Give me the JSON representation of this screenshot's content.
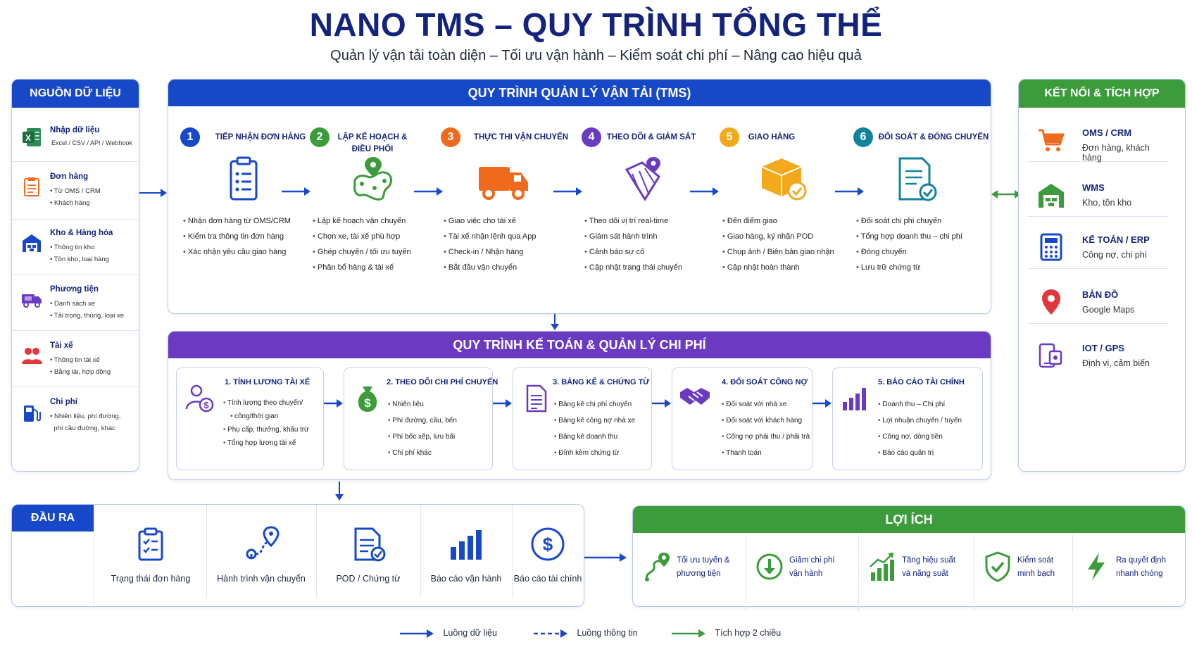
{
  "header": {
    "title": "NANO TMS – QUY TRÌNH TỔNG THỂ",
    "subtitle": "Quản lý vận tải toàn diện – Tối ưu vận hành – Kiểm soát chi phí – Nâng cao hiệu quả"
  },
  "sources": {
    "title": "NGUỒN DỮ LIỆU",
    "items": [
      {
        "name": "Nhập dữ liệu",
        "lines": [
          "Excel / CSV / API / Webhook"
        ],
        "icon": "excel-icon"
      },
      {
        "name": "Đơn hàng",
        "lines": [
          "• Từ OMS / CRM",
          "• Khách hàng"
        ],
        "icon": "clipboard-icon"
      },
      {
        "name": "Kho & Hàng hóa",
        "lines": [
          "• Thông tin kho",
          "• Tồn kho, loại hàng"
        ],
        "icon": "warehouse-icon"
      },
      {
        "name": "Phương tiện",
        "lines": [
          "• Danh sách xe",
          "• Tải trọng, thùng, loại xe"
        ],
        "icon": "truck-icon"
      },
      {
        "name": "Tài xế",
        "lines": [
          "• Thông tin tài xế",
          "• Bằng lái, hợp đồng"
        ],
        "icon": "drivers-icon"
      },
      {
        "name": "Chi phí",
        "lines": [
          "• Nhiên liệu, phí đường,",
          "  phí cầu đường, khác"
        ],
        "icon": "fuel-icon"
      }
    ]
  },
  "tms": {
    "title": "QUY TRÌNH QUẢN LÝ VẬN TẢI (TMS)",
    "steps": [
      {
        "num": "1",
        "label": "TIẾP NHẬN ĐƠN HÀNG",
        "color": "#1748c7",
        "icon": "order-checklist-icon",
        "items": [
          "Nhận đơn hàng từ OMS/CRM",
          "Kiểm tra thông tin đơn hàng",
          "Xác nhận yêu cầu giao hàng"
        ]
      },
      {
        "num": "2",
        "label": "LẬP KẾ HOẠCH & ĐIỀU PHỐI",
        "color": "#3c9b3a",
        "icon": "route-map-icon",
        "items": [
          "Lập kế hoạch vận chuyển",
          "Chọn xe, tài xế phù hợp",
          "Ghép chuyến / tối ưu tuyến",
          "Phân bổ hàng & tài xế"
        ]
      },
      {
        "num": "3",
        "label": "THỰC THI VẬN CHUYỂN",
        "color": "#f06a1d",
        "icon": "delivery-truck-icon",
        "items": [
          "Giao việc cho tài xế",
          "Tài xế nhận lệnh qua App",
          "Check-in / Nhận hàng",
          "Bắt đầu vận chuyển"
        ]
      },
      {
        "num": "4",
        "label": "THEO DÕI & GIÁM SÁT",
        "color": "#6a3bc0",
        "icon": "tracking-map-icon",
        "items": [
          "Theo dõi vị trí real-time",
          "Giám sát hành trình",
          "Cảnh báo sự cố",
          "Cập nhật trạng thái chuyến"
        ]
      },
      {
        "num": "5",
        "label": "GIAO HÀNG",
        "color": "#f2a91c",
        "icon": "package-check-icon",
        "items": [
          "Đến điểm giao",
          "Giao hàng, ký nhận POD",
          "Chụp ảnh / Biên bản giao nhận",
          "Cập nhật hoàn thành"
        ]
      },
      {
        "num": "6",
        "label": "ĐỐI SOÁT & ĐÓNG CHUYẾN",
        "color": "#12839a",
        "icon": "document-check-icon",
        "items": [
          "Đối soát chi phí chuyến",
          "Tổng hợp doanh thu – chi phí",
          "Đóng chuyến",
          "Lưu trữ chứng từ"
        ]
      }
    ]
  },
  "accounting": {
    "title": "QUY TRÌNH KẾ TOÁN & QUẢN LÝ CHI PHÍ",
    "cards": [
      {
        "label": "1. TÍNH LƯƠNG TÀI XẾ",
        "icon": "driver-salary-icon",
        "items": [
          "Tính lương theo chuyến/",
          "công/thời gian",
          "Phụ cấp, thưởng, khấu trừ",
          "Tổng hợp lương tài xế"
        ]
      },
      {
        "label": "2. THEO DÕI CHI PHÍ CHUYẾN",
        "icon": "money-bag-icon",
        "items": [
          "Nhiên liệu",
          "Phí đường, cầu, bến",
          "Phí bốc xếp, lưu bãi",
          "Chi phí khác"
        ]
      },
      {
        "label": "3. BẢNG KÊ & CHỨNG TỪ",
        "icon": "document-icon",
        "items": [
          "Bảng kê chi phí chuyến",
          "Bảng kê công nợ nhà xe",
          "Bảng kê doanh thu",
          "Đính kèm chứng từ"
        ]
      },
      {
        "label": "4. ĐỐI SOÁT CÔNG NỢ",
        "icon": "handshake-icon",
        "items": [
          "Đối soát với nhà xe",
          "Đối soát với khách hàng",
          "Công nợ phải thu / phải trả",
          "Thanh toán"
        ]
      },
      {
        "label": "5. BÁO CÁO TÀI CHÍNH",
        "icon": "bar-chart-icon",
        "items": [
          "Doanh thu – Chi phí",
          "Lợi nhuận chuyến / tuyến",
          "Công nợ, dòng tiền",
          "Báo cáo quản trị"
        ]
      }
    ]
  },
  "integration": {
    "title": "KẾT NỐI & TÍCH HỢP",
    "items": [
      {
        "name": "OMS / CRM",
        "desc": "Đơn hàng, khách hàng",
        "icon": "cart-icon"
      },
      {
        "name": "WMS",
        "desc": "Kho, tồn kho",
        "icon": "warehouse-icon"
      },
      {
        "name": "KẾ TOÁN / ERP",
        "desc": "Công nợ, chi phí",
        "icon": "calculator-icon"
      },
      {
        "name": "BẢN ĐỒ",
        "desc": "Google Maps",
        "icon": "map-pin-icon"
      },
      {
        "name": "IOT / GPS",
        "desc": "Định vị, cảm biến",
        "icon": "iot-device-icon"
      }
    ]
  },
  "output": {
    "title": "ĐẦU RA",
    "items": [
      {
        "label": "Trạng thái đơn hàng",
        "icon": "order-status-icon"
      },
      {
        "label": "Hành trình vận chuyển",
        "icon": "route-icon"
      },
      {
        "label": "POD / Chứng từ",
        "icon": "pod-document-icon"
      },
      {
        "label": "Báo cáo vận hành",
        "icon": "operations-chart-icon"
      },
      {
        "label": "Báo cáo tài chính",
        "icon": "dollar-circle-icon"
      }
    ]
  },
  "benefits": {
    "title": "LỢI ÍCH",
    "items": [
      {
        "lines": [
          "Tối ưu tuyến &",
          "phương tiện"
        ],
        "icon": "route-optimize-icon"
      },
      {
        "lines": [
          "Giảm chi phí",
          "vận hành"
        ],
        "icon": "cost-down-icon"
      },
      {
        "lines": [
          "Tăng hiệu suất",
          "và năng suất"
        ],
        "icon": "growth-chart-icon"
      },
      {
        "lines": [
          "Kiểm soát",
          "minh bạch"
        ],
        "icon": "shield-check-icon"
      },
      {
        "lines": [
          "Ra quyết định",
          "nhanh chóng"
        ],
        "icon": "lightning-icon"
      }
    ]
  },
  "legend": {
    "data_flow": "Luồng dữ liệu",
    "info_flow": "Luồng thông tin",
    "two_way": "Tích hợp 2 chiều"
  },
  "colors": {
    "blue": "#1748c7",
    "purple": "#6a3bc0",
    "green": "#3c9b3a",
    "navy": "#14247a"
  }
}
